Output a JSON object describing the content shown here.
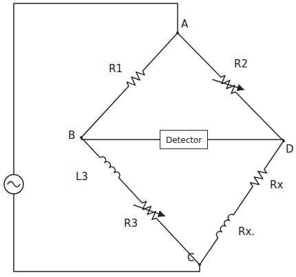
{
  "diagram": {
    "nodes": [
      {
        "text": [
          "Detector"
        ]
      }
    ],
    "labels": [
      "A",
      "R1",
      "R2",
      "B",
      "D",
      "L3",
      "R3",
      "Rx",
      "Rx.",
      "C"
    ]
  }
}
